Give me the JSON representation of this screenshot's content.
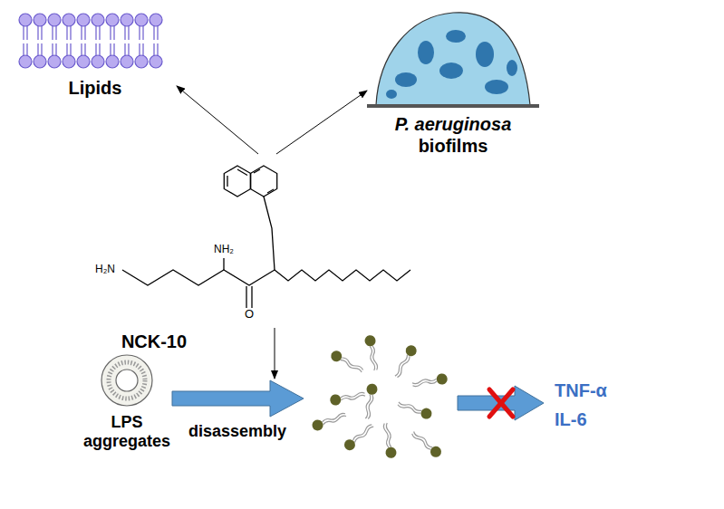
{
  "diagram": {
    "labels": [
      "Lipids",
      "P. aeruginosa",
      "biofilms",
      "NH₂",
      "H₂N",
      "O",
      "NCK-10",
      "LPS aggregates",
      "disassembly",
      "TNF-α",
      "IL-6"
    ]
  }
}
